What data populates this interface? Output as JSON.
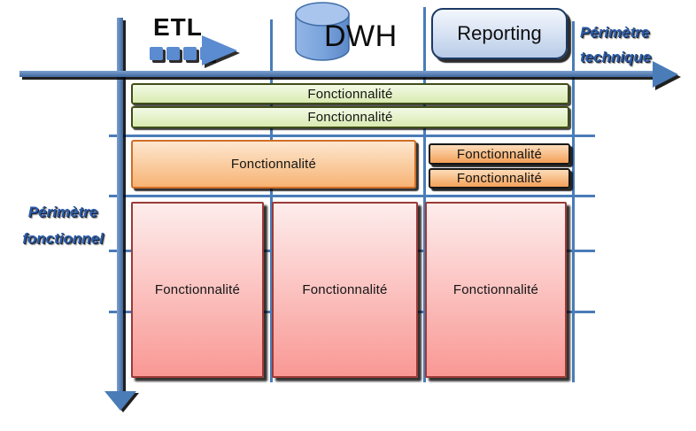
{
  "diagram": {
    "title_context": "BI architecture perimeter matrix",
    "etl_label": "ETL",
    "dwh_label": "DWH",
    "reporting_label": "Reporting",
    "technical_axis": {
      "line1": "Périmètre",
      "line2": "technique"
    },
    "functional_axis": {
      "line1": "Périmètre",
      "line2": "fonctionnel"
    },
    "green_bars": [
      "Fonctionnalité",
      "Fonctionnalité"
    ],
    "orange_large": "Fonctionnalité",
    "orange_small": [
      "Fonctionnalité",
      "Fonctionnalité"
    ],
    "red_blocks": [
      "Fonctionnalité",
      "Fonctionnalité",
      "Fonctionnalité"
    ]
  },
  "icons": {
    "etl_flow_icon": "three-squares-with-right-arrow",
    "dwh_icon": "database-cylinder",
    "technical_axis_icon": "arrow-right",
    "functional_axis_icon": "arrow-down"
  },
  "colors": {
    "axis_blue": "#4a7cb8",
    "label_blue": "#2b5ca8",
    "green_fill_top": "#f3fae6",
    "green_fill_bottom": "#d9eab0",
    "orange_fill_top": "#fde7cf",
    "orange_fill_bottom": "#f7b374",
    "red_fill_top": "#fdedec",
    "red_fill_bottom": "#f99894",
    "reporting_fill_top": "#f3f7fd",
    "reporting_fill_bottom": "#b8cbe7",
    "cylinder_blue": "#7aa4dd"
  }
}
